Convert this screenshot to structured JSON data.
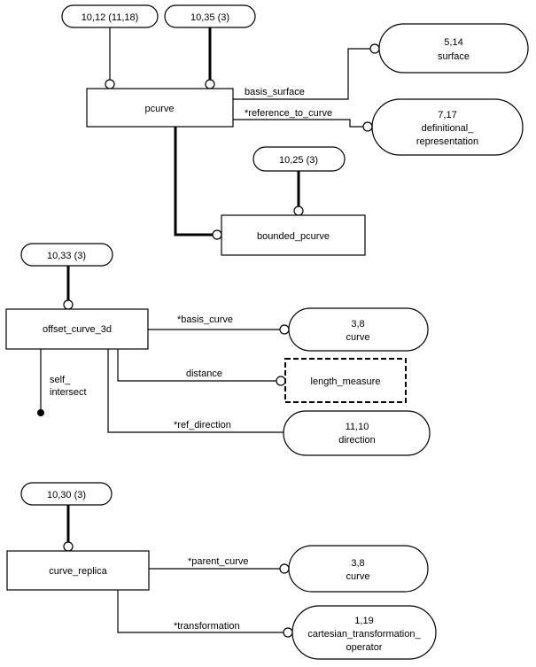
{
  "entities": {
    "pcurve": "pcurve",
    "bounded_pcurve": "bounded_pcurve",
    "offset_curve_3d": "offset_curve_3d",
    "curve_replica": "curve_replica"
  },
  "refs": {
    "r_10_12": "10,12 (11,18)",
    "r_10_35": "10,35 (3)",
    "r_10_25": "10,25 (3)",
    "r_10_33": "10,33 (3)",
    "r_10_30": "10,30 (3)"
  },
  "targets": {
    "surface": [
      "5,14",
      "surface"
    ],
    "definitional_representation": [
      "7,17",
      "definitional_",
      "representation"
    ],
    "curve_1": [
      "3,8",
      "curve"
    ],
    "length_measure": "length_measure",
    "direction": [
      "11,10",
      "direction"
    ],
    "curve_2": [
      "3,8",
      "curve"
    ],
    "cartesian_transformation_operator": [
      "1,19",
      "cartesian_transformation_",
      "operator"
    ]
  },
  "attributes": {
    "basis_surface": "basis_surface",
    "reference_to_curve": "*reference_to_curve",
    "basis_curve": "*basis_curve",
    "distance": "distance",
    "ref_direction": "*ref_direction",
    "self_intersect": [
      "self_",
      "intersect"
    ],
    "parent_curve": "*parent_curve",
    "transformation": "*transformation"
  }
}
